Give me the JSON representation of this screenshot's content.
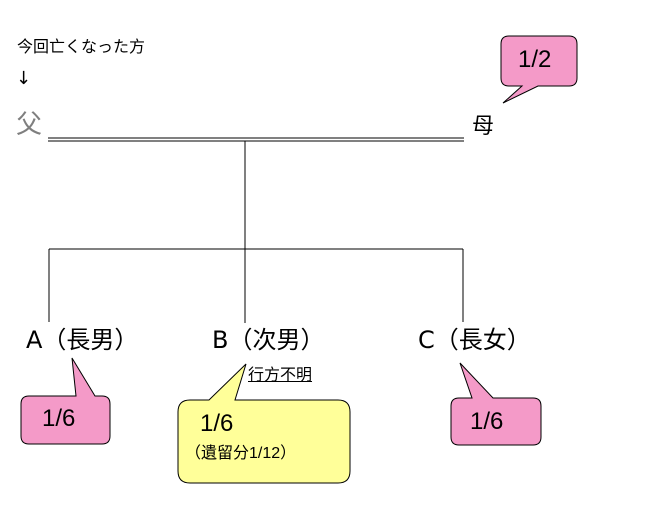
{
  "header": {
    "note": "今回亡くなった方",
    "arrow": "↓"
  },
  "family": {
    "father": "父",
    "mother": "母",
    "children": [
      {
        "label": "A（長男）",
        "share": "1/6"
      },
      {
        "label": "B（次男）",
        "share": "1/6",
        "note": "行方不明",
        "reserved": "（遺留分1/12）"
      },
      {
        "label": "C（長女）",
        "share": "1/6"
      }
    ],
    "mother_share": "1/2"
  },
  "colors": {
    "pink_bubble": "#f49ac8",
    "yellow_bubble": "#ffff99",
    "father_text": "#7f7f7f",
    "line": "#000000"
  }
}
